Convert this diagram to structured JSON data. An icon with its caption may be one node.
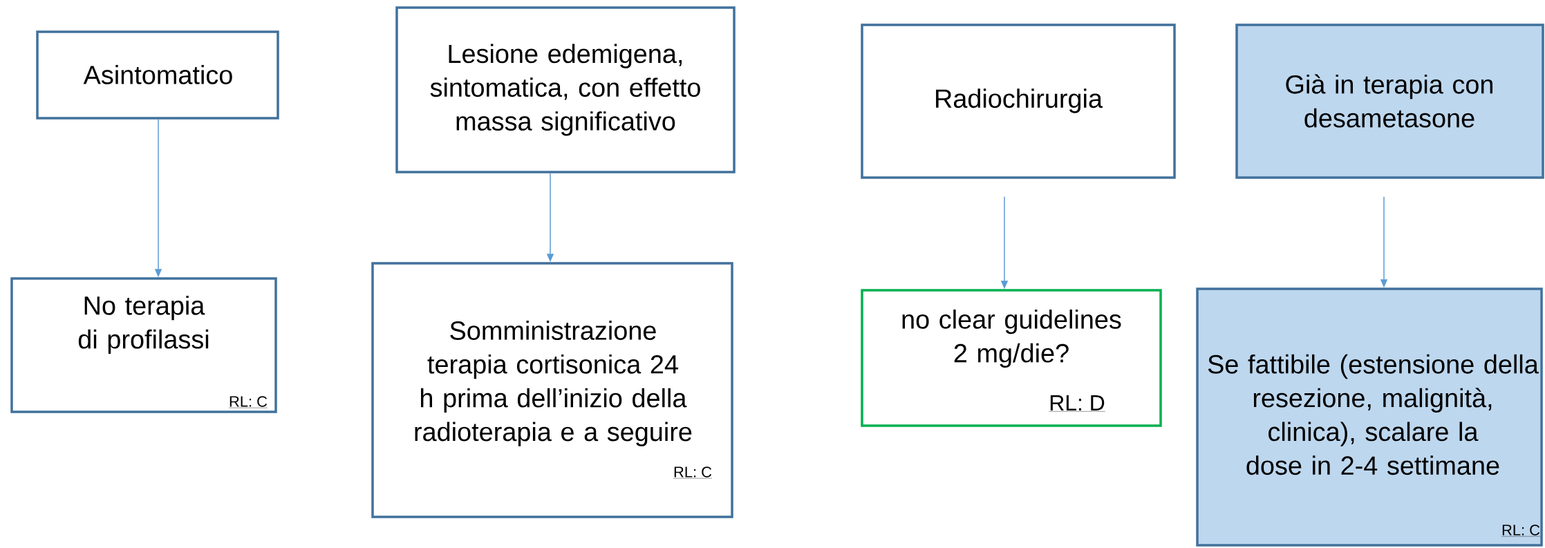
{
  "diagram": {
    "nodes": [
      {
        "text": [
          "Asintomatico"
        ]
      },
      {
        "text": [
          "Lesione edemigena, sintomatica,  con effetto massa significativo"
        ]
      },
      {
        "text": [
          "Radiochirurgia"
        ]
      },
      {
        "text": [
          "Già in terapia con desametasone"
        ]
      },
      {
        "text": [
          "No terapia di profilassi",
          "RL: C"
        ]
      },
      {
        "text": [
          "Somministrazione terapia cortisonica 24 h prima dell’inizio della radioterapia e a seguire",
          "RL: C"
        ]
      },
      {
        "text": [
          "no clear guidelines 2 mg/die?",
          "RL: D"
        ]
      },
      {
        "text": [
          "Se fattibile (estensione della resezione, malignità, clinica), scalare la dose in 2-4 settimane",
          "RL: C"
        ]
      }
    ],
    "edges": [
      {
        "from": 0,
        "to": 4,
        "arrow": "to"
      },
      {
        "from": 1,
        "to": 5,
        "arrow": "to"
      },
      {
        "from": 2,
        "to": 6,
        "arrow": "to"
      },
      {
        "from": 3,
        "to": 7,
        "arrow": "to"
      }
    ]
  }
}
